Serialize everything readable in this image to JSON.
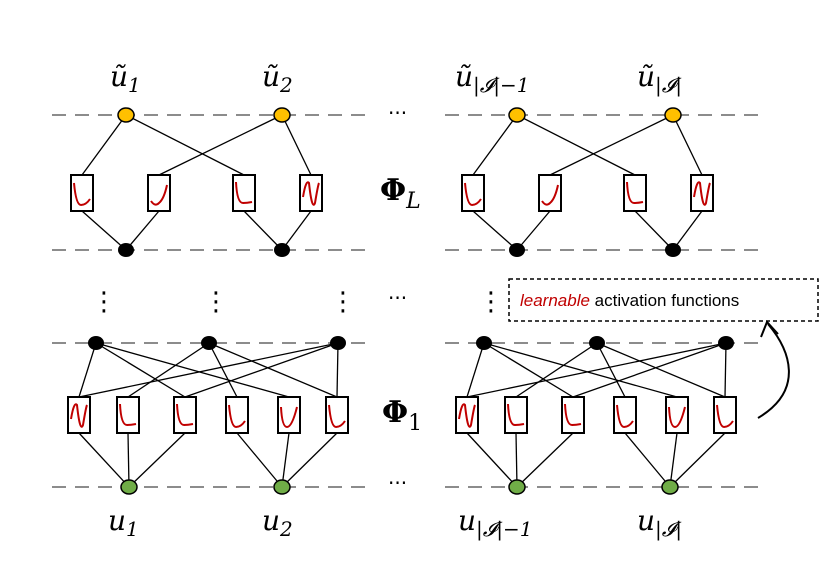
{
  "output_labels": {
    "left": [
      "ũ",
      "1",
      "ũ",
      "2"
    ],
    "right": [
      "ũ",
      "|𝓘|−1",
      "ũ",
      "|𝓘|"
    ]
  },
  "input_labels": {
    "left": [
      "u",
      "1",
      "u",
      "2"
    ],
    "right": [
      "u",
      "|𝓘|−1",
      "u",
      "|𝓘|"
    ]
  },
  "layer_labels": {
    "top": {
      "base": "Φ",
      "sub": "L"
    },
    "bottom": {
      "base": "Φ",
      "sub": "1"
    }
  },
  "ellipsis_h": "···",
  "ellipsis_v": "⋮",
  "callout": {
    "highlight": "learnable",
    "rest": " activation functions",
    "highlight_color": "#c00000"
  },
  "colors": {
    "output_node": "#ffc000",
    "input_node": "#70ad47",
    "hidden_node": "#000000",
    "curve": "#c00000",
    "dashed": "#8c8c8c"
  }
}
